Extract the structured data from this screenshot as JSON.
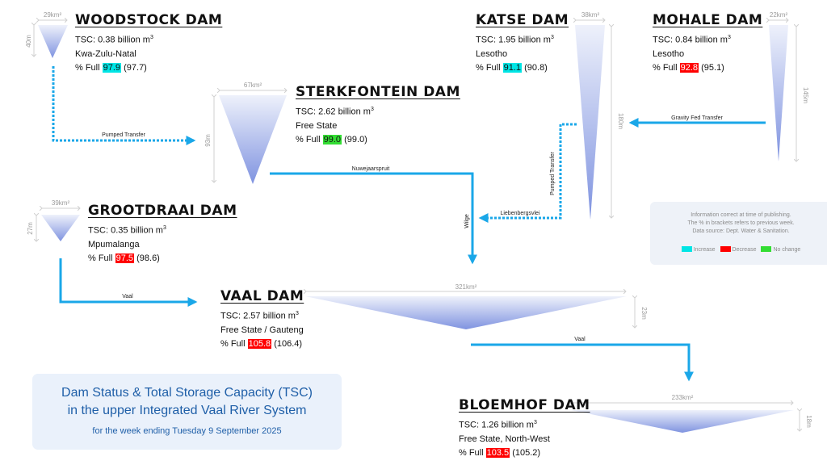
{
  "title_box": {
    "line1": "Dam Status & Total Storage Capacity (TSC)",
    "line2": "in the upper Integrated Vaal River System",
    "subtitle": "for the week ending Tuesday 9 September 2025"
  },
  "legend": {
    "info_line1": "Information correct at time of publishing.",
    "info_line2": "The % in brackets refers to previous week.",
    "info_line3": "Data source: Dept. Water & Sanitation.",
    "items": [
      {
        "label": "Increase",
        "color": "#00e5e5"
      },
      {
        "label": "Decrease",
        "color": "#ff0000"
      },
      {
        "label": "No change",
        "color": "#33dd33"
      }
    ]
  },
  "colors": {
    "increase": "#00e5e5",
    "decrease": "#ff0000",
    "no_change": "#33dd33",
    "flow": "#1aa7e8",
    "dimension": "#d0d0d0",
    "triangle_top": "#eef1fb",
    "triangle_bottom": "#7f93e0"
  },
  "dams": {
    "woodstock": {
      "name": "WOODSTOCK DAM",
      "tsc_prefix": "TSC: 0.38 billion m",
      "location": "Kwa-Zulu-Natal",
      "full_prefix": "% Full",
      "pct": "97.9",
      "prev": "(97.7)",
      "status": "increase",
      "area": "29km²",
      "depth": "40m"
    },
    "katse": {
      "name": "KATSE DAM",
      "tsc_prefix": "TSC: 1.95 billion m",
      "location": "Lesotho",
      "full_prefix": "% Full",
      "pct": "91.1",
      "prev": "(90.8)",
      "status": "increase",
      "area": "38km²",
      "depth": "180m"
    },
    "mohale": {
      "name": "MOHALE DAM",
      "tsc_prefix": "TSC: 0.84 billion m",
      "location": "Lesotho",
      "full_prefix": "% Full",
      "pct": "92.8",
      "prev": "(95.1)",
      "status": "decrease",
      "area": "22km²",
      "depth": "145m"
    },
    "sterkfontein": {
      "name": "STERKFONTEIN DAM",
      "tsc_prefix": "TSC: 2.62 billion m",
      "location": "Free State",
      "full_prefix": "% Full",
      "pct": "99.0",
      "prev": "(99.0)",
      "status": "no_change",
      "area": "67km²",
      "depth": "93m"
    },
    "grootdraai": {
      "name": "GROOTDRAAI DAM",
      "tsc_prefix": "TSC: 0.35 billion m",
      "location": "Mpumalanga",
      "full_prefix": "% Full",
      "pct": "97.5",
      "prev": "(98.6)",
      "status": "decrease",
      "area": "39km²",
      "depth": "27m"
    },
    "vaal": {
      "name": "VAAL DAM",
      "tsc_prefix": "TSC: 2.57 billion m",
      "location": "Free State / Gauteng",
      "full_prefix": "% Full",
      "pct": "105.8",
      "prev": "(106.4)",
      "status": "decrease",
      "area": "321km²",
      "depth": "23m"
    },
    "bloemhof": {
      "name": "BLOEMHOF DAM",
      "tsc_prefix": "TSC: 1.26 billion m",
      "location": "Free State, North-West",
      "full_prefix": "% Full",
      "pct": "103.5",
      "prev": "(105.2)",
      "status": "decrease",
      "area": "233km²",
      "depth": "18m"
    }
  },
  "tsc_unit_exponent": "3",
  "flows": {
    "woodstock_sterkfontein": "Pumped Transfer",
    "mohale_katse": "Gravity Fed Transfer",
    "katse_vertical": "Pumped Transfer",
    "liebenbergsvlei": "Liebenbergsvlei",
    "nuwejaarspruit": "Nuwejaarspruit",
    "wilge": "Wilge",
    "grootdraai_vaal": "Vaal",
    "vaal_bloemhof": "Vaal"
  }
}
